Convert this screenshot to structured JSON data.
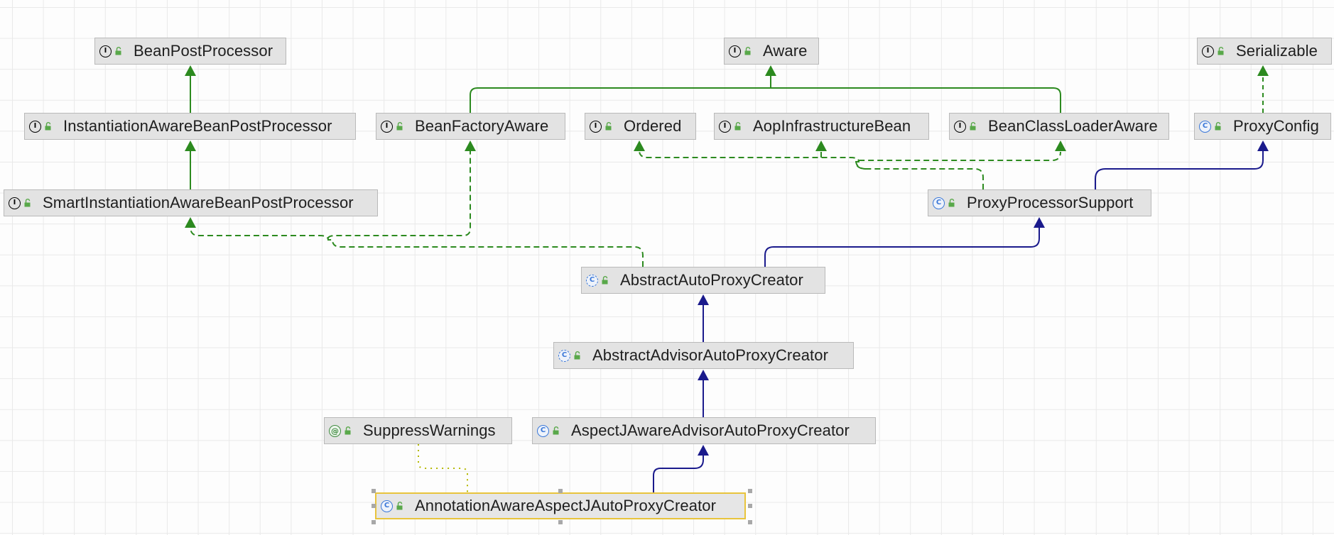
{
  "colors": {
    "implements": "#2c8a1f",
    "extends": "#1a1a8c",
    "annotation_link": "#b4b800",
    "interface_icon": "#4aa44a",
    "class_icon": "#3b78d8",
    "selected_border": "#e8c43c"
  },
  "nodes": {
    "bean_post_processor": {
      "label": "BeanPostProcessor",
      "kind": "interface"
    },
    "aware": {
      "label": "Aware",
      "kind": "interface"
    },
    "serializable": {
      "label": "Serializable",
      "kind": "interface"
    },
    "instantiation_aware": {
      "label": "InstantiationAwareBeanPostProcessor",
      "kind": "interface"
    },
    "bean_factory_aware": {
      "label": "BeanFactoryAware",
      "kind": "interface"
    },
    "ordered": {
      "label": "Ordered",
      "kind": "interface"
    },
    "aop_infrastructure_bean": {
      "label": "AopInfrastructureBean",
      "kind": "interface"
    },
    "bean_class_loader_aware": {
      "label": "BeanClassLoaderAware",
      "kind": "interface"
    },
    "proxy_config": {
      "label": "ProxyConfig",
      "kind": "class"
    },
    "smart_instantiation_aware": {
      "label": "SmartInstantiationAwareBeanPostProcessor",
      "kind": "interface"
    },
    "proxy_processor_support": {
      "label": "ProxyProcessorSupport",
      "kind": "class"
    },
    "abstract_auto_proxy_creator": {
      "label": "AbstractAutoProxyCreator",
      "kind": "abstract"
    },
    "abstract_advisor_auto_proxy_creator": {
      "label": "AbstractAdvisorAutoProxyCreator",
      "kind": "abstract"
    },
    "suppress_warnings": {
      "label": "SuppressWarnings",
      "kind": "annotation"
    },
    "aspectj_aware_advisor_auto_proxy_creator": {
      "label": "AspectJAwareAdvisorAutoProxyCreator",
      "kind": "class"
    },
    "annotation_aware_aspectj_auto_proxy_creator": {
      "label": "AnnotationAwareAspectJAutoProxyCreator",
      "kind": "class",
      "selected": true
    }
  },
  "edges": [
    {
      "from": "instantiation_aware",
      "to": "bean_post_processor",
      "type": "extends-interface"
    },
    {
      "from": "smart_instantiation_aware",
      "to": "instantiation_aware",
      "type": "extends-interface"
    },
    {
      "from": "bean_factory_aware",
      "to": "aware",
      "type": "extends-interface"
    },
    {
      "from": "bean_class_loader_aware",
      "to": "aware",
      "type": "extends-interface"
    },
    {
      "from": "proxy_config",
      "to": "serializable",
      "type": "implements"
    },
    {
      "from": "proxy_processor_support",
      "to": "proxy_config",
      "type": "extends"
    },
    {
      "from": "proxy_processor_support",
      "to": "ordered",
      "type": "implements"
    },
    {
      "from": "proxy_processor_support",
      "to": "aop_infrastructure_bean",
      "type": "implements"
    },
    {
      "from": "proxy_processor_support",
      "to": "bean_class_loader_aware",
      "type": "implements"
    },
    {
      "from": "abstract_auto_proxy_creator",
      "to": "smart_instantiation_aware",
      "type": "implements"
    },
    {
      "from": "abstract_auto_proxy_creator",
      "to": "bean_factory_aware",
      "type": "implements"
    },
    {
      "from": "abstract_auto_proxy_creator",
      "to": "proxy_processor_support",
      "type": "extends"
    },
    {
      "from": "abstract_advisor_auto_proxy_creator",
      "to": "abstract_auto_proxy_creator",
      "type": "extends"
    },
    {
      "from": "aspectj_aware_advisor_auto_proxy_creator",
      "to": "abstract_advisor_auto_proxy_creator",
      "type": "extends"
    },
    {
      "from": "annotation_aware_aspectj_auto_proxy_creator",
      "to": "aspectj_aware_advisor_auto_proxy_creator",
      "type": "extends"
    },
    {
      "from": "annotation_aware_aspectj_auto_proxy_creator",
      "to": "suppress_warnings",
      "type": "annotated-by"
    }
  ]
}
